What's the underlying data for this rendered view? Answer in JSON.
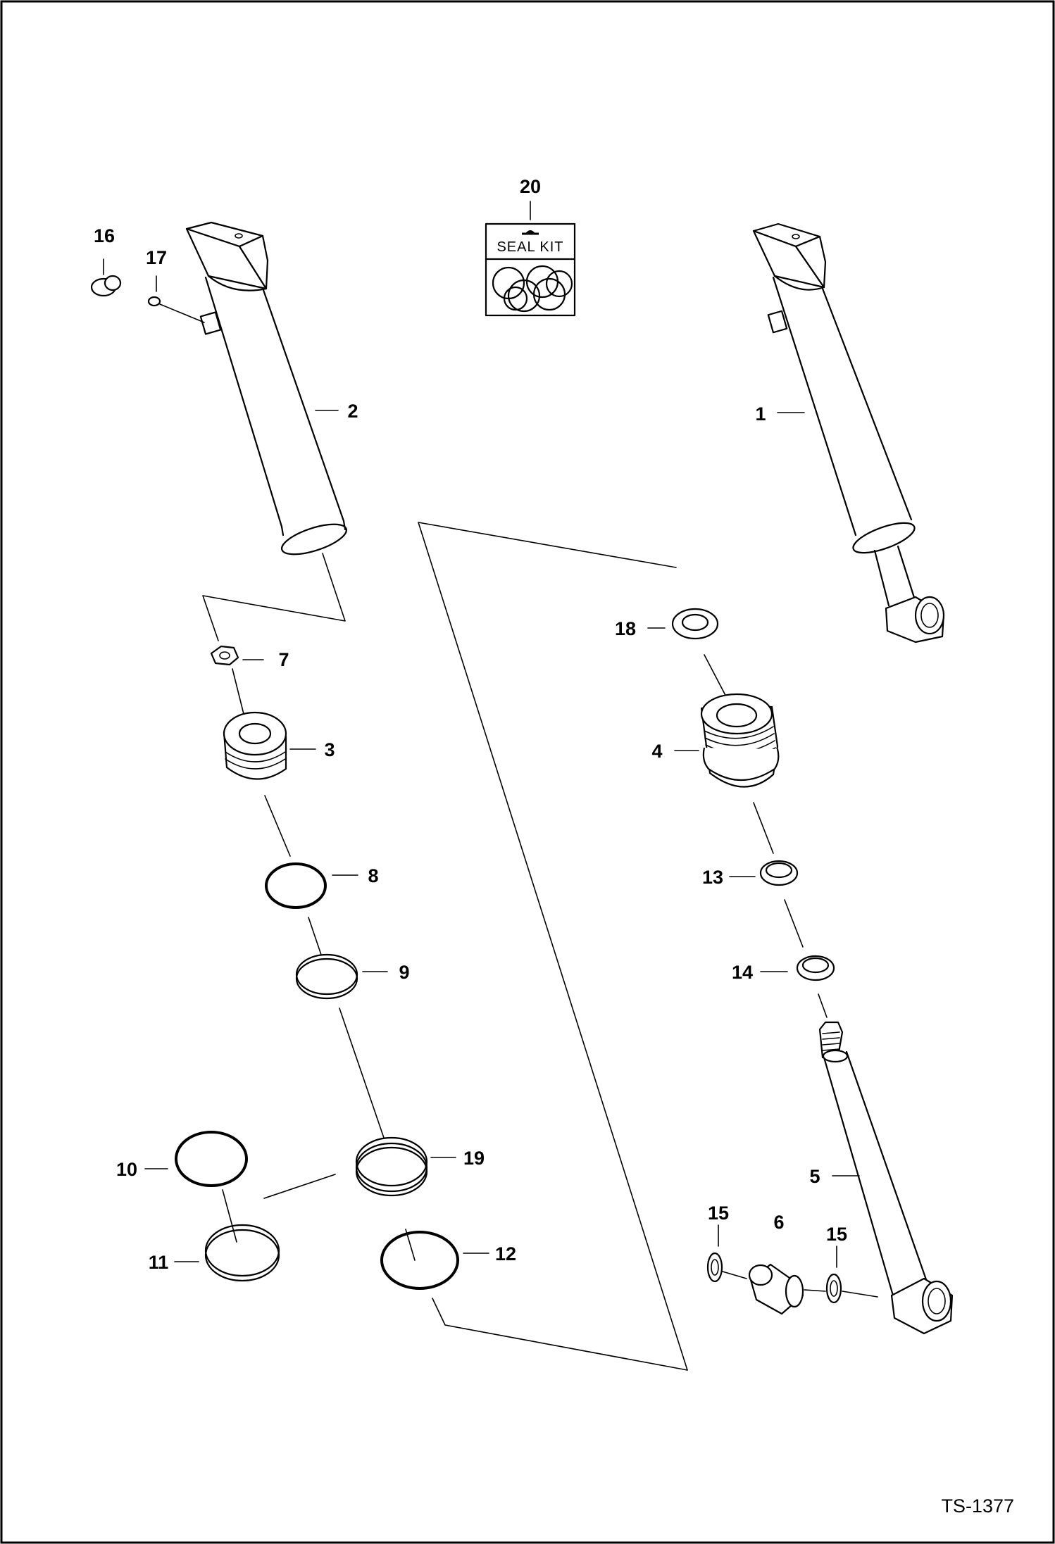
{
  "diagram": {
    "callouts": {
      "c1": "1",
      "c2": "2",
      "c3": "3",
      "c4": "4",
      "c5": "5",
      "c6": "6",
      "c7": "7",
      "c8": "8",
      "c9": "9",
      "c10": "10",
      "c11": "11",
      "c12": "12",
      "c13": "13",
      "c14": "14",
      "c15a": "15",
      "c15b": "15",
      "c16": "16",
      "c17": "17",
      "c18": "18",
      "c19": "19",
      "c20": "20"
    },
    "seal_kit_label": "SEAL KIT",
    "reference_code": "TS-1377"
  }
}
